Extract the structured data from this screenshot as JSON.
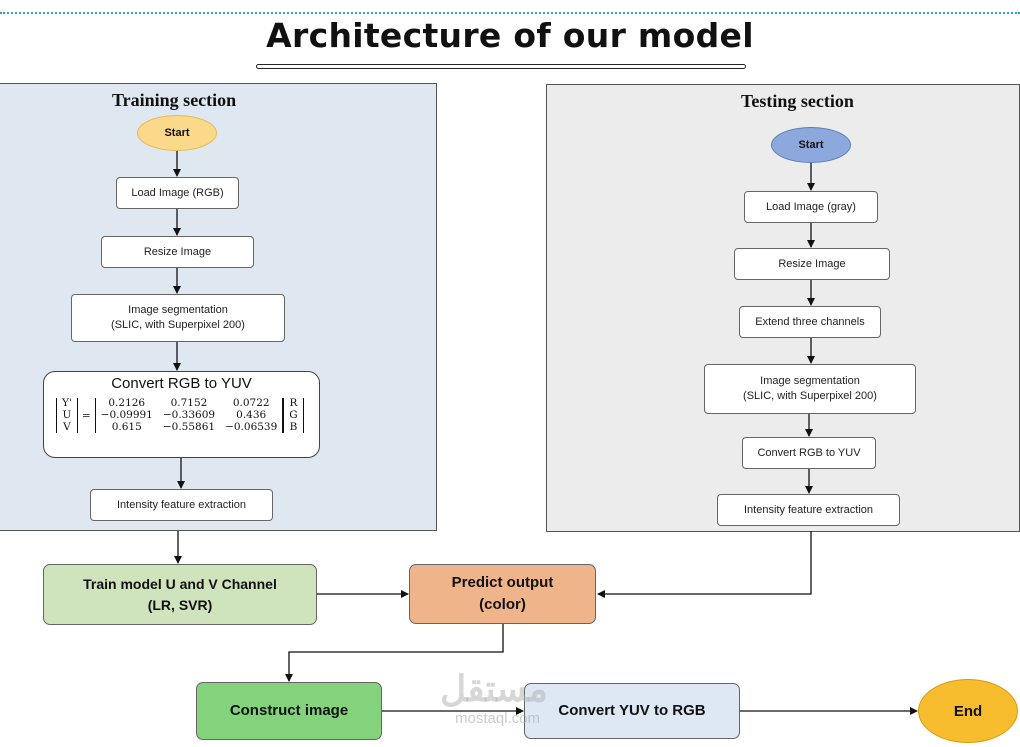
{
  "title": "Architecture of our model",
  "training": {
    "title": "Training section",
    "start": "Start",
    "steps": [
      "Load Image (RGB)",
      "Resize Image",
      "Image segmentation",
      "(SLIC, with Superpixel 200)",
      "Intensity feature extraction"
    ],
    "yuv_title": "Convert RGB to YUV",
    "matrix_lhs": [
      "Y'",
      "U",
      "V"
    ],
    "matrix_rows": [
      [
        "0.2126",
        "0.7152",
        "0.0722"
      ],
      [
        "−0.09991",
        "−0.33609",
        "0.436"
      ],
      [
        "0.615",
        "−0.55861",
        "−0.06539"
      ]
    ],
    "matrix_rhs": [
      "R",
      "G",
      "B"
    ],
    "equals": "="
  },
  "testing": {
    "title": "Testing section",
    "start": "Start",
    "steps": [
      "Load Image (gray)",
      "Resize Image",
      "Extend three channels",
      "Image segmentation",
      "(SLIC, with Superpixel 200)",
      "Convert RGB to YUV",
      "Intensity feature extraction"
    ]
  },
  "bottom": {
    "train_model_line1": "Train model U and V Channel",
    "train_model_line2": "(LR, SVR)",
    "predict_line1": "Predict output",
    "predict_line2": "(color)",
    "construct": "Construct image",
    "convert": "Convert YUV to RGB",
    "end": "End"
  },
  "watermark": {
    "main": "مستقل",
    "sub": "mostaql.com"
  },
  "colors": {
    "train_bg": "#dfe7f1",
    "test_bg": "#ececec",
    "train_start": "#fbd98a",
    "test_start": "#8da8dc",
    "train_model": "#cfe3bd",
    "predict": "#f0b48a",
    "construct": "#82d37b",
    "convert": "#dde8f4",
    "end": "#f7bd2e",
    "accent_line": "#29a3d6"
  }
}
